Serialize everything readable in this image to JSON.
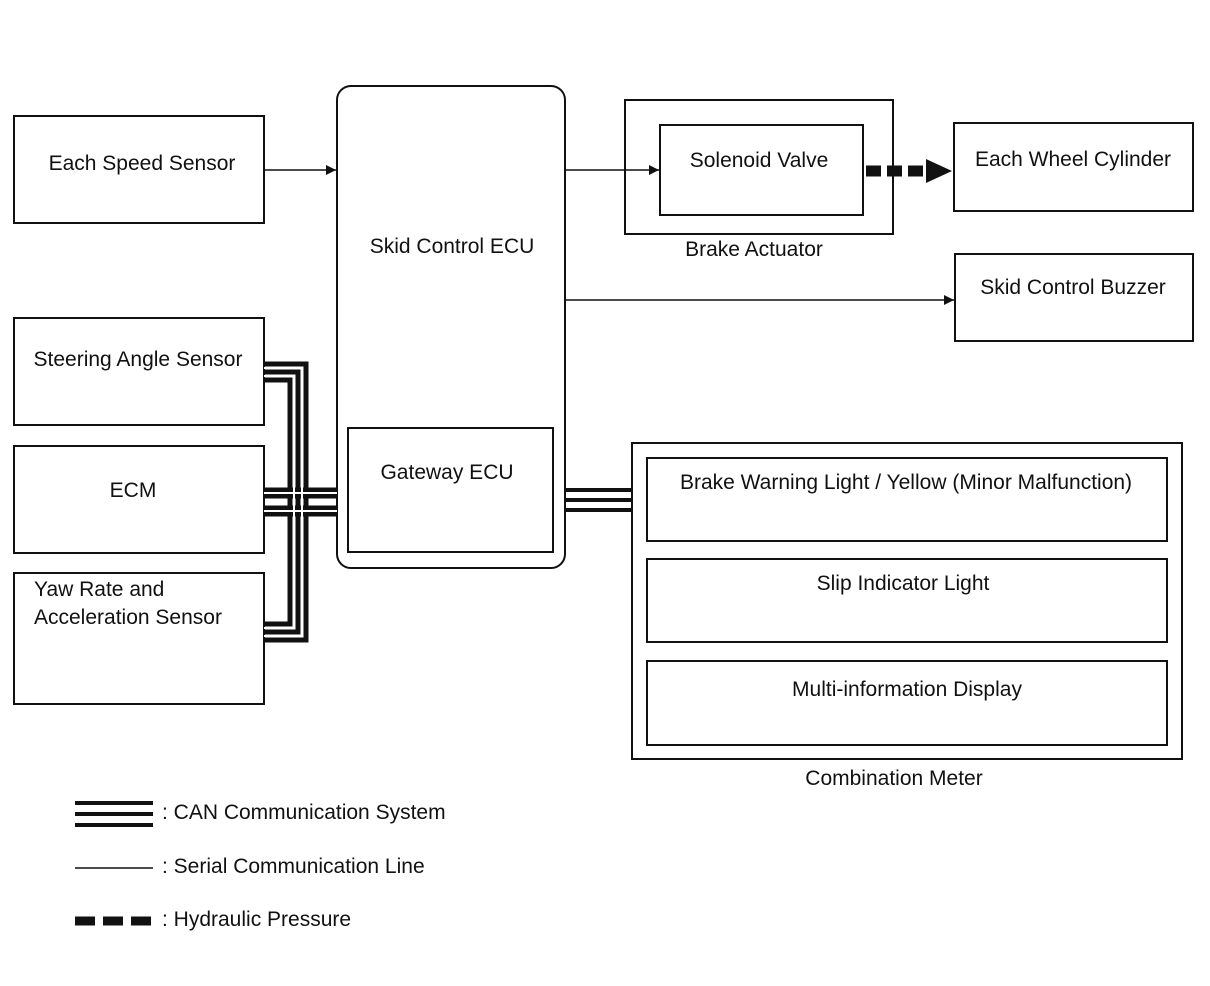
{
  "blocks": {
    "each_speed_sensor": "Each Speed Sensor",
    "skid_control_ecu": "Skid Control ECU",
    "gateway_ecu": "Gateway ECU",
    "solenoid_valve": "Solenoid Valve",
    "brake_actuator": "Brake Actuator",
    "each_wheel_cylinder": "Each Wheel Cylinder",
    "skid_control_buzzer": "Skid Control Buzzer",
    "steering_angle_sensor": "Steering Angle Sensor",
    "ecm": "ECM",
    "yaw_rate_line1": "Yaw Rate and",
    "yaw_rate_line2": "Acceleration Sensor",
    "brake_warning_light": "Brake Warning Light / Yellow (Minor Malfunction)",
    "slip_indicator_light": "Slip Indicator Light",
    "multi_information_display": "Multi-information Display",
    "combination_meter": "Combination Meter"
  },
  "legend": {
    "can": ": CAN Communication System",
    "serial": ": Serial Communication Line",
    "hydraulic": ": Hydraulic Pressure"
  }
}
